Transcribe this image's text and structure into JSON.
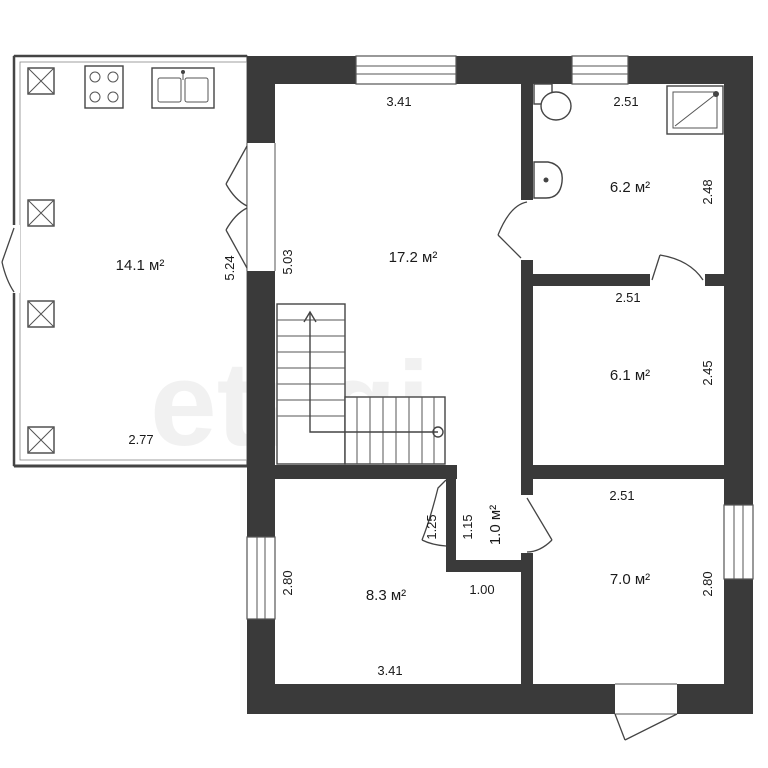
{
  "rooms": [
    {
      "id": "veranda",
      "area": "14.1 м²"
    },
    {
      "id": "hall",
      "area": "17.2 м²"
    },
    {
      "id": "bathroom",
      "area": "6.2 м²"
    },
    {
      "id": "room-6-1",
      "area": "6.1 м²"
    },
    {
      "id": "room-8-3",
      "area": "8.3 м²"
    },
    {
      "id": "closet",
      "area": "1.0 м²"
    },
    {
      "id": "room-7-0",
      "area": "7.0 м²"
    }
  ],
  "dimensions": {
    "veranda_height": "5.24",
    "veranda_width": "2.77",
    "hall_width": "3.41",
    "hall_height": "5.03",
    "bath_width": "2.51",
    "bath_height": "2.48",
    "room61_width": "2.51",
    "room61_height": "2.45",
    "room70_width": "2.51",
    "room70_height": "2.80",
    "room83_width": "3.41",
    "room83_height": "2.80",
    "closet_door": "1.25",
    "closet_depth": "1.15",
    "closet_width": "1.00"
  },
  "colors": {
    "wall": "#3a3a3a",
    "background": "#ffffff"
  }
}
